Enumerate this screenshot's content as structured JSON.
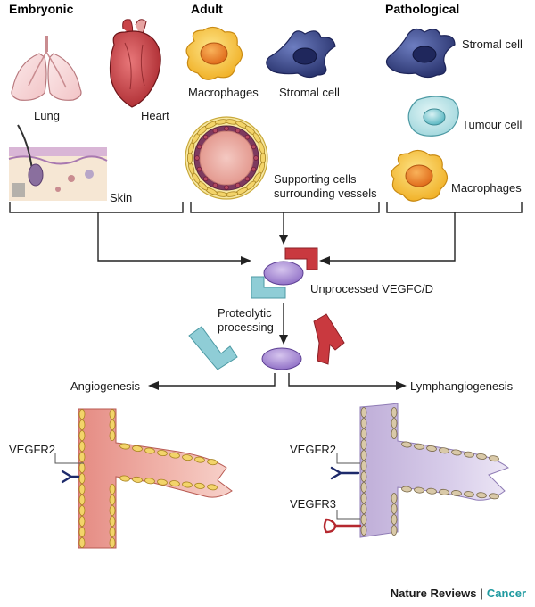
{
  "headers": {
    "embryonic": "Embryonic",
    "adult": "Adult",
    "pathological": "Pathological"
  },
  "labels": {
    "lung": "Lung",
    "heart": "Heart",
    "skin": "Skin",
    "macrophages_adult": "Macrophages",
    "stromal_adult": "Stromal cell",
    "supporting_line1": "Supporting cells",
    "supporting_line2": "surrounding vessels",
    "stromal_path": "Stromal cell",
    "tumour": "Tumour cell",
    "macrophages_path": "Macrophages",
    "unprocessed": "Unprocessed VEGFC/D",
    "proteolytic_line1": "Proteolytic",
    "proteolytic_line2": "processing",
    "angiogenesis": "Angiogenesis",
    "lymphangiogenesis": "Lymphangiogenesis",
    "vegfr2_left": "VEGFR2",
    "vegfr2_right": "VEGFR2",
    "vegfr3": "VEGFR3"
  },
  "credit": {
    "journal": "Nature Reviews",
    "separator": "|",
    "section": "Cancer"
  },
  "colors": {
    "macrophage_outer": "#f6c23a",
    "macrophage_nucleus": "#f08a2c",
    "stromal_cell": "#3a4a8c",
    "tumour_cell": "#a9dde2",
    "vegf_core": "#a58ad0",
    "vegf_red_arm": "#c9393f",
    "vegf_blue_arm": "#8fcdd6",
    "blood_vessel": "#e7968c",
    "lymph_vessel": "#c5b7dc",
    "credit_accent": "#1f9aa0"
  }
}
